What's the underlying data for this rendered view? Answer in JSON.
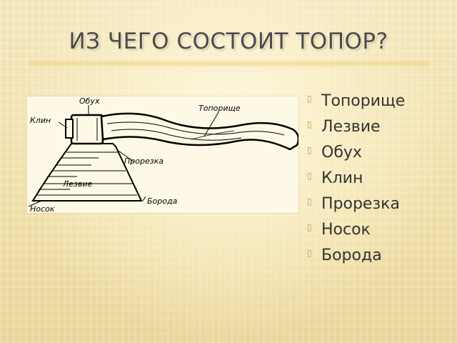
{
  "slide": {
    "title": "ИЗ ЧЕГО СОСТОИТ ТОПОР?",
    "diagram_labels": {
      "obukh": "Обух",
      "klin": "Клин",
      "toporishche": "Топорище",
      "prorezka": "Прорезка",
      "lezvie": "Лезвие",
      "boroda": "Борода",
      "nosok": "Носок"
    },
    "bullets": [
      {
        "icon": "bullet-icon",
        "text": "Топорище"
      },
      {
        "icon": "bullet-icon",
        "text": "Лезвие"
      },
      {
        "icon": "bullet-icon",
        "text": "Обух"
      },
      {
        "icon": "bullet-icon",
        "text": "Клин"
      },
      {
        "icon": "bullet-icon",
        "text": "Прорезка"
      },
      {
        "icon": "bullet-icon",
        "text": "Носок"
      },
      {
        "icon": "bullet-icon",
        "text": "Борода"
      }
    ],
    "colors": {
      "bullet": "#c19a3a",
      "text": "#333333",
      "title": "#4a4a4a"
    }
  }
}
